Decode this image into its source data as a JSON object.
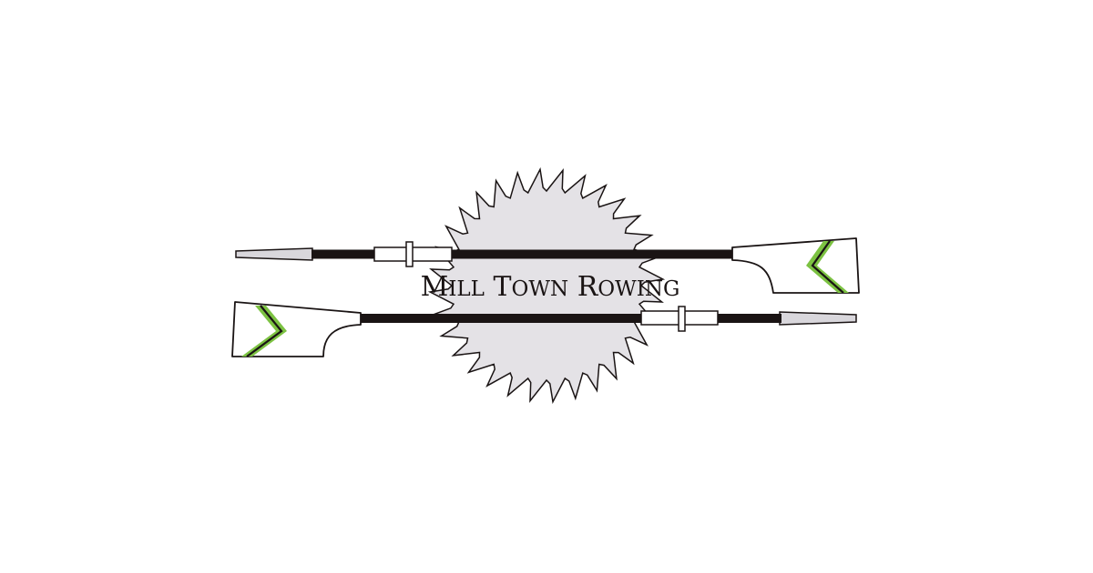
{
  "logo": {
    "name": "MILL TOWN ROWING",
    "name_parts": {
      "mill_initial": "M",
      "mill_rest": "ILL",
      "town_initial": "T",
      "town_rest": "OWN",
      "rowing_initial": "R",
      "rowing_rest": "OWING"
    },
    "colors": {
      "background": "#ffffff",
      "saw_blade": "#e4e2e6",
      "outline": "#1a1414",
      "shaft": "#1a1414",
      "blade_fill": "#ffffff",
      "chevron_accent": "#7cc242",
      "collar": "#ffffff",
      "handle": "#d9d7dc"
    },
    "icons": [
      "saw-blade-icon",
      "oar-top-icon",
      "oar-bottom-icon"
    ]
  }
}
